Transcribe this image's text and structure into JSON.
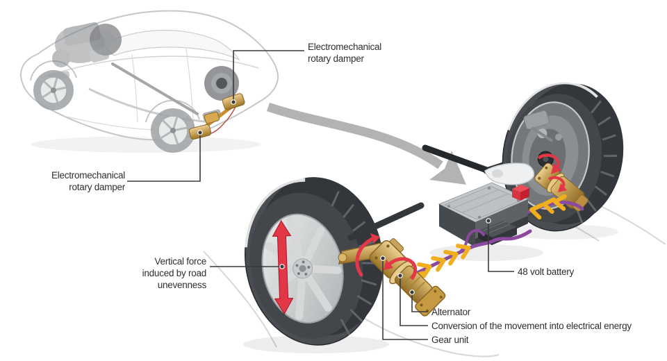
{
  "labels": {
    "damper_top": "Electromechanical\nrotary damper",
    "damper_bottom": "Electromechanical\nrotary damper",
    "vertical_force": "Vertical force\ninduced by road\nunevenness",
    "battery": "48 volt battery",
    "alternator": "Alternator",
    "conversion": "Conversion of the movement into electrical energy",
    "gear_unit": "Gear unit"
  },
  "colors": {
    "accent_red": "#E23747",
    "component_gold": "#C9A35B",
    "cable_purple": "#8B4A9E",
    "energy_yellow": "#F2B31D",
    "overview_arrow_gray": "#AFAFAF",
    "leader_line": "#3A3A3A",
    "tire_dark": "#43474B",
    "label_text": "#2E2E2E"
  }
}
